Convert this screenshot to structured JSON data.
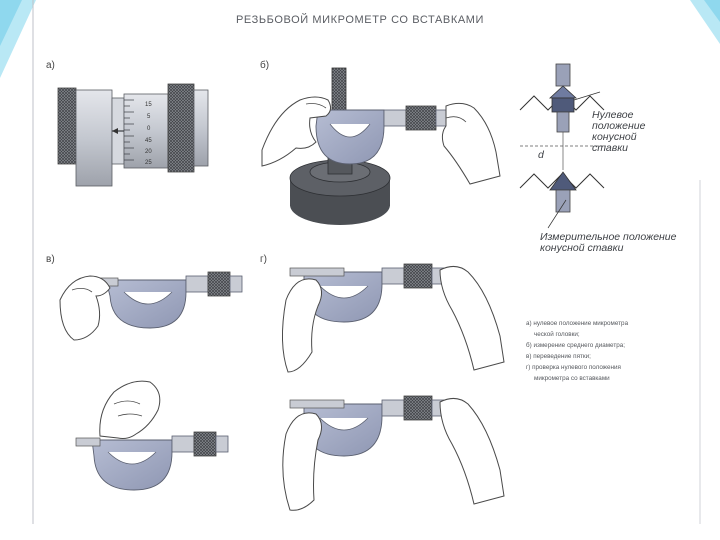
{
  "title": "РЕЗЬБОВОЙ МИКРОМЕТР СО ВСТАВКАМИ",
  "panel_labels": {
    "a": "а)",
    "b": "б)",
    "v": "в)",
    "g": "г)"
  },
  "thimble_scale": [
    "15",
    "5",
    "0",
    "45",
    "20",
    "25"
  ],
  "annotations": {
    "zero_position": "Нулевое положение конусной ставки",
    "dim_label": "d",
    "measuring_position": "Измерительное положение конусной ставки"
  },
  "captions": [
    "а) нулевое положение микрометра",
    "ческой головки;",
    "б) измерение среднего диаметра;",
    "в) переведение пятки;",
    "г) проверка нулевого положения",
    "микрометра со вставками"
  ],
  "colors": {
    "frame": "#a3abc4",
    "frame_stroke": "#5b6070",
    "barrel": "#c9ccd4",
    "knurl": "#6a6d72",
    "dark_metal": "#4b4e53",
    "hand_fill": "#ffffff",
    "hand_stroke": "#4a4a4a",
    "cyan_accent": "#7fd3ec"
  }
}
